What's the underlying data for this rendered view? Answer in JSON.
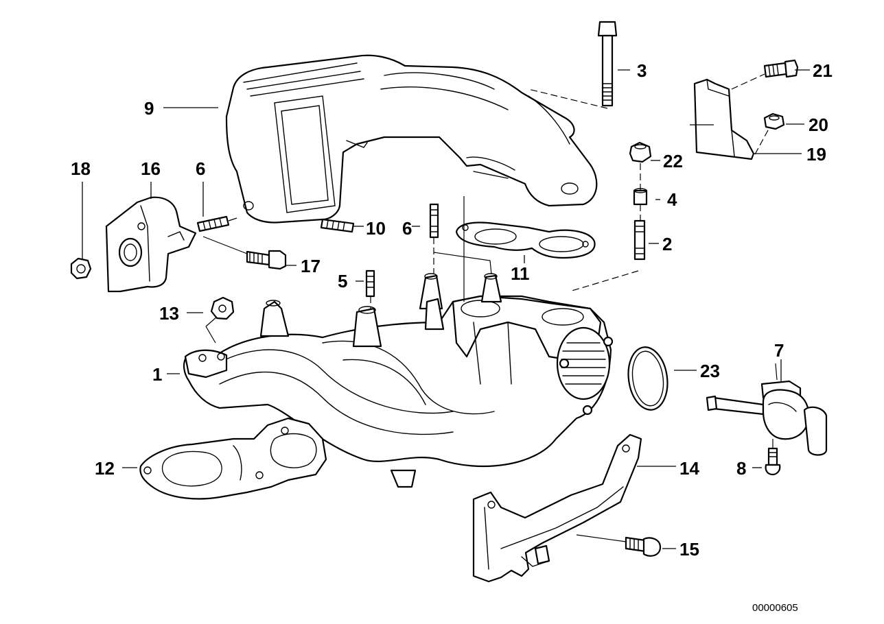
{
  "diagram": {
    "labels": {
      "p1": "1",
      "p2": "2",
      "p3": "3",
      "p4": "4",
      "p5": "5",
      "p6a": "6",
      "p6b": "6",
      "p7": "7",
      "p8": "8",
      "p9": "9",
      "p10": "10",
      "p11": "11",
      "p12": "12",
      "p13": "13",
      "p14": "14",
      "p15": "15",
      "p16": "16",
      "p17": "17",
      "p18": "18",
      "p19": "19",
      "p20": "20",
      "p21": "21",
      "p22": "22",
      "p23": "23"
    },
    "drawing_number": "00000605"
  }
}
